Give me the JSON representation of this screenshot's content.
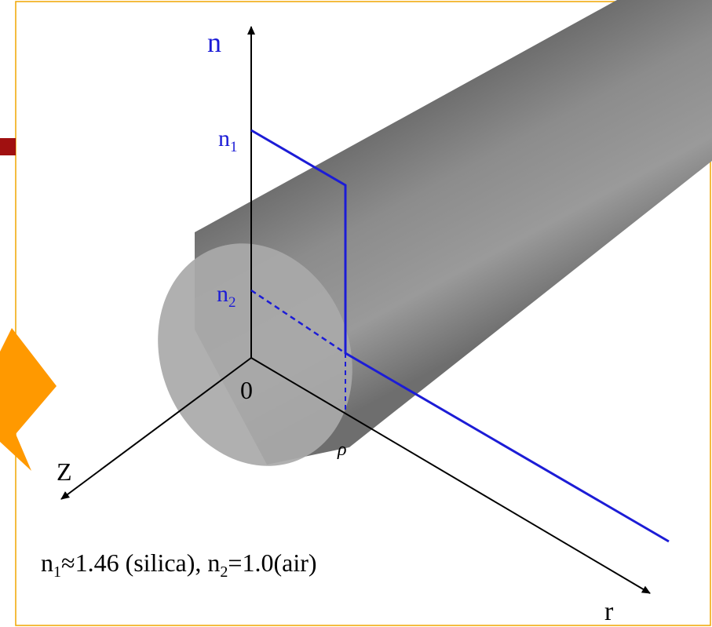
{
  "axes": {
    "n_label": "n",
    "r_label": "r",
    "z_label": "Z",
    "origin_label": "0"
  },
  "profile": {
    "n1_base": "n",
    "n1_sub": "1",
    "n2_base": "n",
    "n2_sub": "2",
    "rho_label": "ρ"
  },
  "caption": {
    "n1_base": "n",
    "n1_sub": "1",
    "part1": "≈1.46 (silica), ",
    "n2_base": "n",
    "n2_sub": "2",
    "part2": "=1.0(air)"
  },
  "colors": {
    "profile": "#1c1cd6",
    "axis": "#000000",
    "fiber_light": "#b8b8b8",
    "fiber_dark": "#5a5a5a",
    "fiber_face": "#a9a9a9",
    "frame_border": "#f0a500",
    "orange_shape": "#ff9900",
    "red_marker": "#a01010"
  }
}
